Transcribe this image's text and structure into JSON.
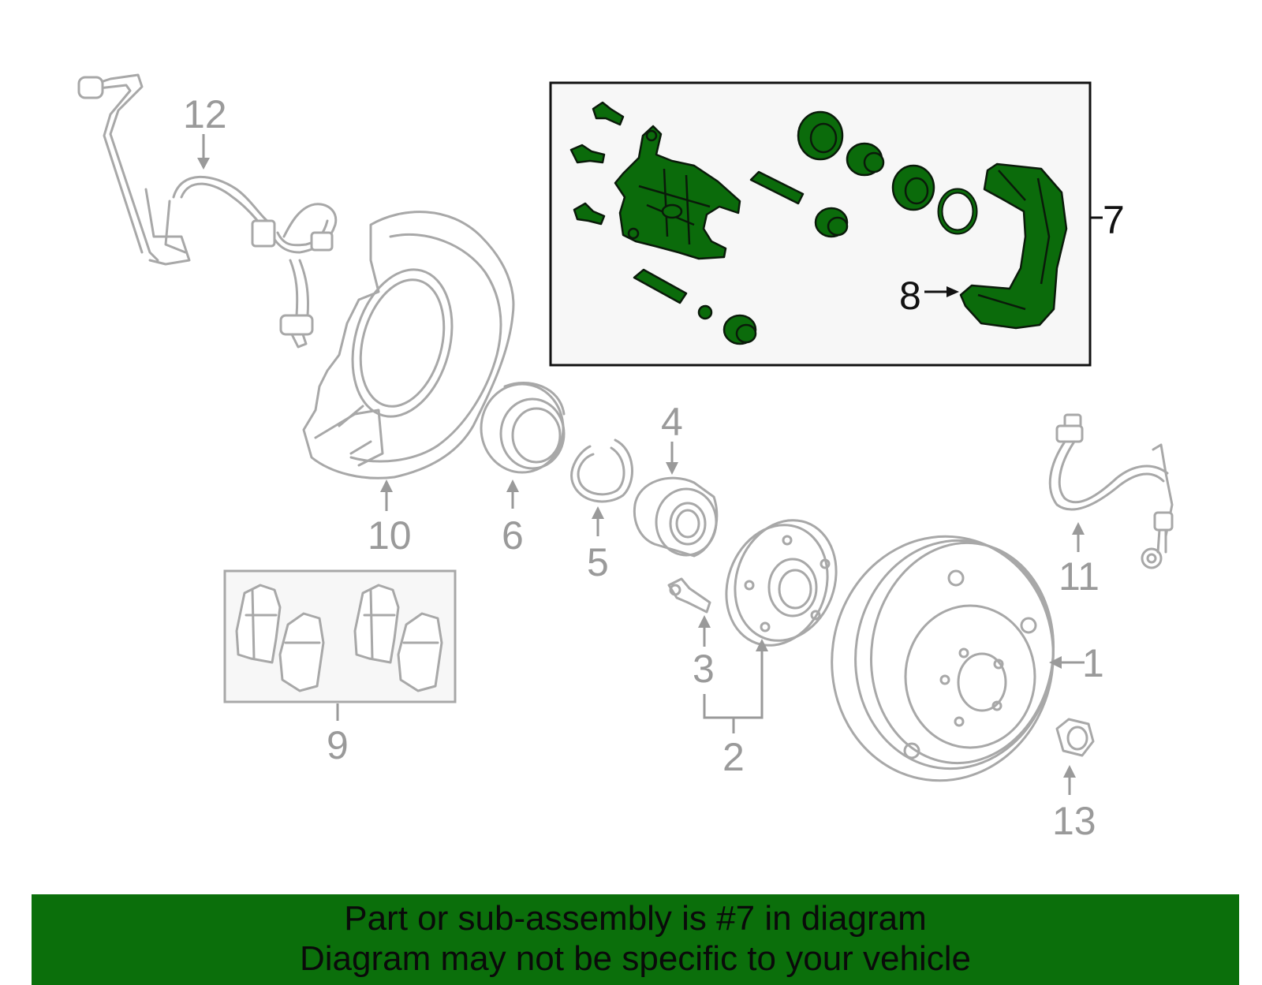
{
  "diagram": {
    "callouts": [
      {
        "id": "1",
        "label": "1"
      },
      {
        "id": "2",
        "label": "2"
      },
      {
        "id": "3",
        "label": "3"
      },
      {
        "id": "4",
        "label": "4"
      },
      {
        "id": "5",
        "label": "5"
      },
      {
        "id": "6",
        "label": "6"
      },
      {
        "id": "7",
        "label": "7"
      },
      {
        "id": "8",
        "label": "8"
      },
      {
        "id": "9",
        "label": "9"
      },
      {
        "id": "10",
        "label": "10"
      },
      {
        "id": "11",
        "label": "11"
      },
      {
        "id": "12",
        "label": "12"
      },
      {
        "id": "13",
        "label": "13"
      }
    ],
    "highlighted_callout": "7",
    "colors": {
      "highlight_fill": "#0b6b0b",
      "part_outline": "#a8a8a8",
      "banner": "#0b6f0b",
      "inset_background": "#f7f7f7"
    }
  },
  "footer": {
    "line1": "Part or sub-assembly is #7 in diagram",
    "line2": "Diagram may not be specific to your vehicle"
  }
}
